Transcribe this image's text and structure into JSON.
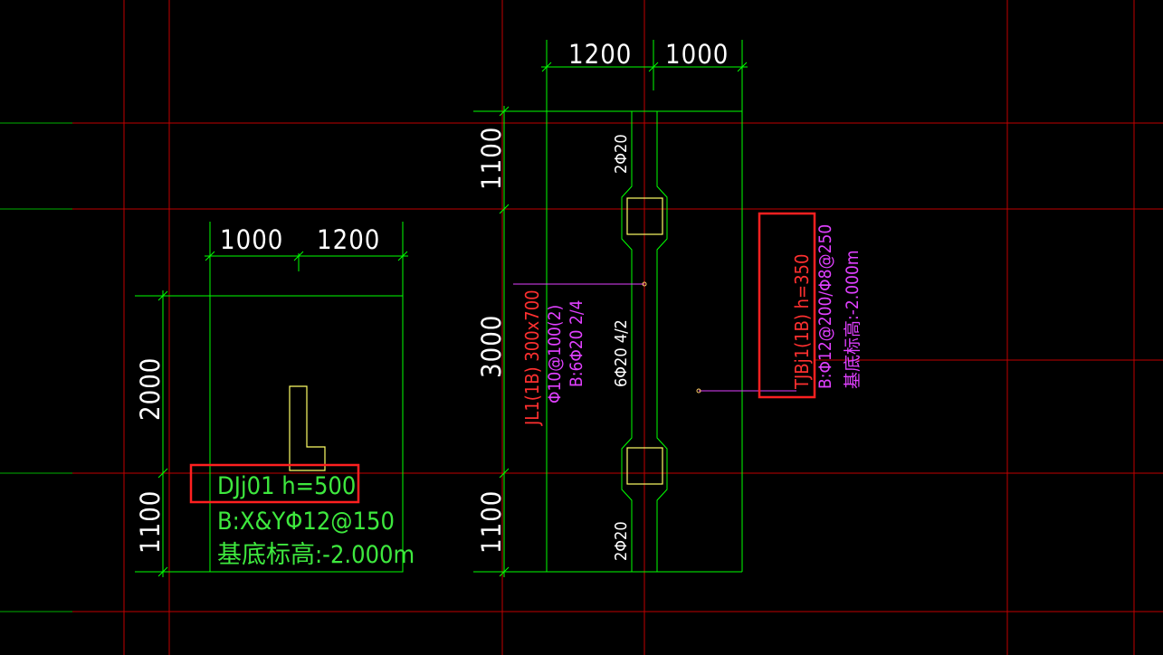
{
  "colors": {
    "background": "#000000",
    "axis_red": "#cc0000",
    "axis_green": "#00b000",
    "outline_green": "#00ff00",
    "text_white": "#ffffff",
    "text_green": "#3ee83e",
    "text_red": "#ff3030",
    "text_magenta": "#e040ff",
    "column_yellow": "#ffff66",
    "highlight_box": "#ff2020"
  },
  "left_footing": {
    "dims_top": [
      "1000",
      "1200"
    ],
    "dims_left": [
      "2000",
      "1100"
    ],
    "label_name": "DJj01 h=500",
    "label_rebar": "B:X&YΦ12@150",
    "label_elev": "基底标高:-2.000m"
  },
  "beam": {
    "dims_top": [
      "1200",
      "1000"
    ],
    "dims_left": [
      "1100",
      "3000",
      "1100"
    ],
    "rebar_top": "2Φ20",
    "rebar_bottom": "2Φ20",
    "rebar_mid": "6Φ20 4/2",
    "label_name": "JL1(1B) 300x700",
    "label_stirrup": "Φ10@100(2)",
    "label_bottom": "B:6Φ20 2/4"
  },
  "strip": {
    "label_name": "TJBj1(1B) h=350",
    "label_rebar": "B:Φ12@200/Φ8@250",
    "label_elev": "基底标高:-2.000m"
  }
}
